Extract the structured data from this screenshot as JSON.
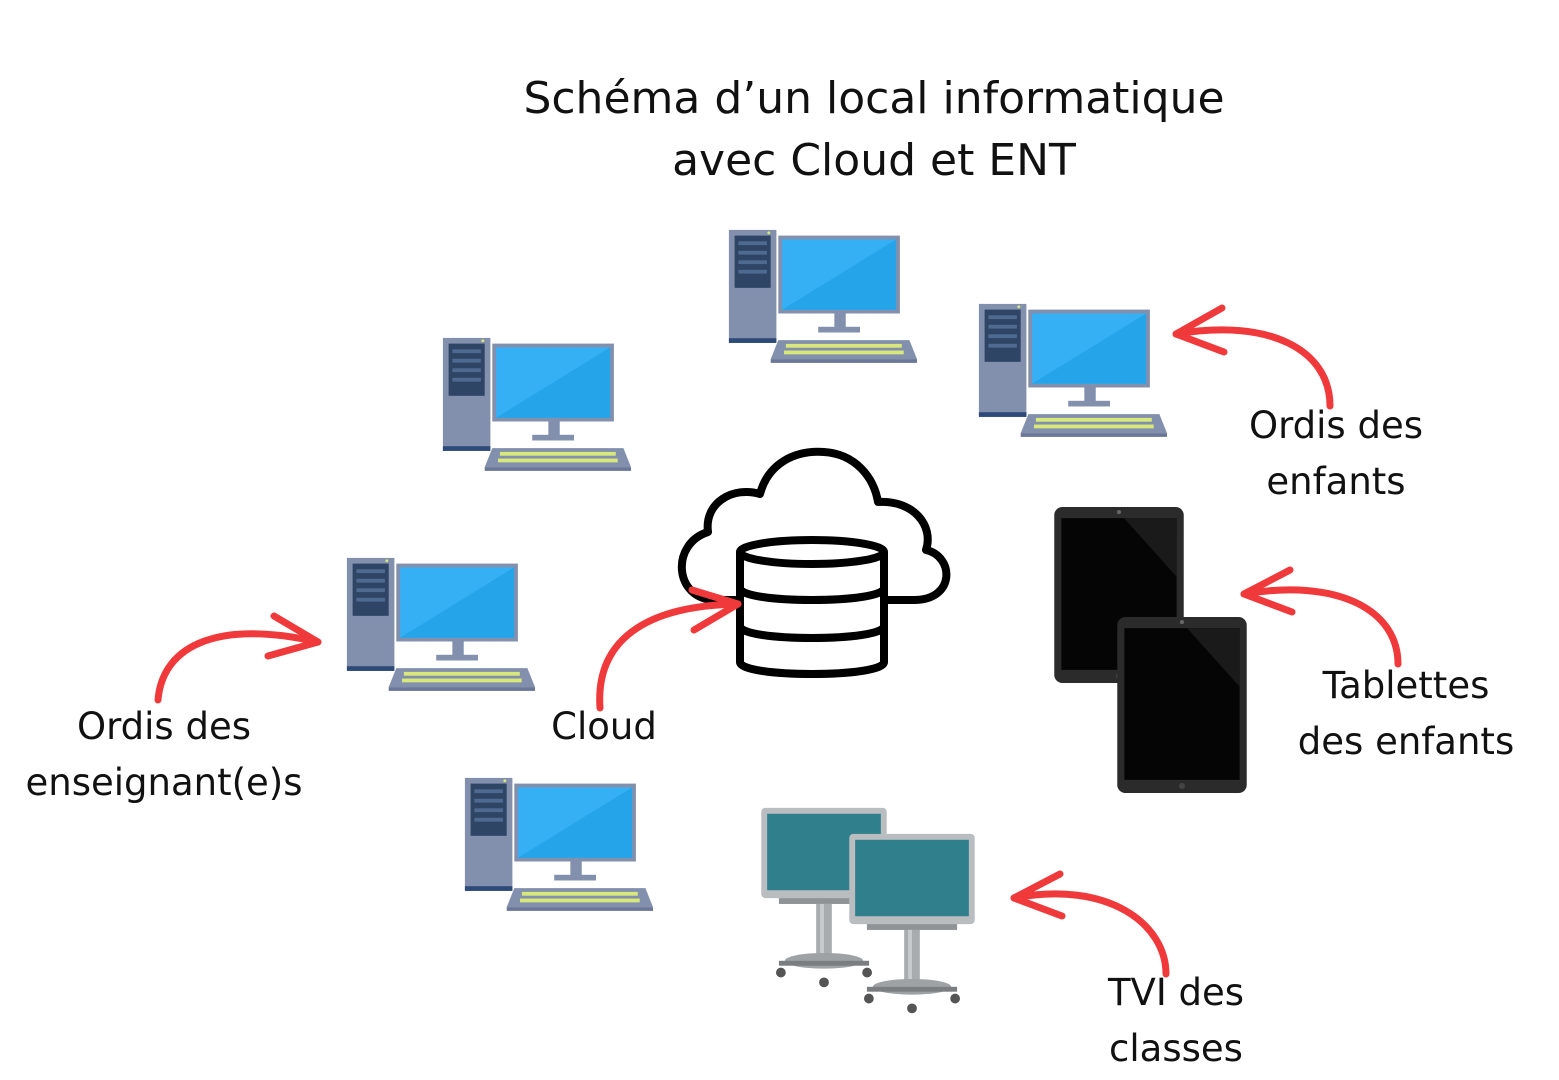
{
  "diagram": {
    "title_line1": "Schéma d’un local informatique",
    "title_line2": "avec Cloud et ENT",
    "labels": {
      "children_pcs": [
        "Ordis des",
        "enfants"
      ],
      "tablets": [
        "Tablettes",
        "des enfants"
      ],
      "teachers_pcs": [
        "Ordis des",
        "enseignant(e)s"
      ],
      "cloud": "Cloud",
      "tvi": [
        "TVI des",
        "classes"
      ]
    },
    "colors": {
      "arrow": "#f0393a",
      "screen": "#35b0f5",
      "tower": "#8390ad",
      "tablet_body": "#2b2b2b",
      "tvi_screen": "#2f7f8c"
    },
    "icons": [
      "desktop-computer-icon",
      "tablet-icon",
      "interactive-whiteboard-icon",
      "cloud-database-icon"
    ]
  }
}
